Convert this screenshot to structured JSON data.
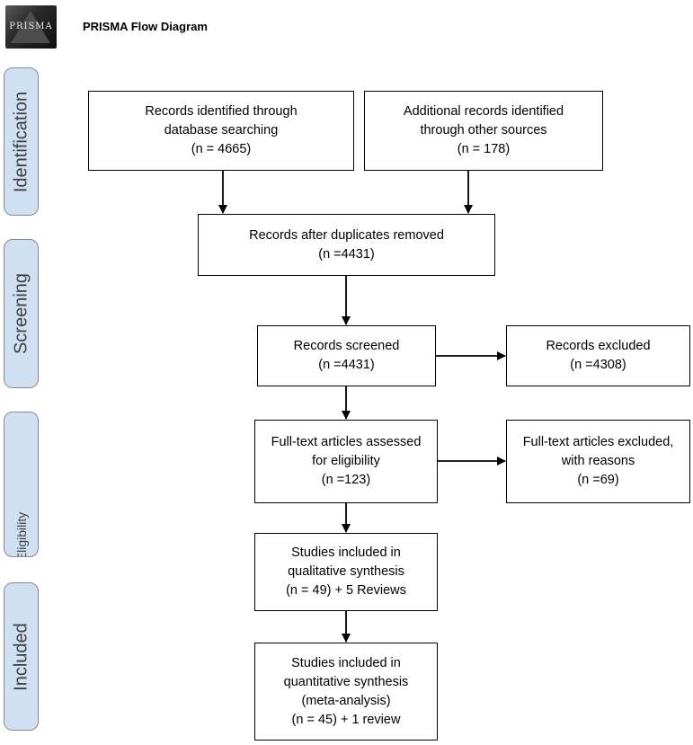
{
  "header": {
    "logo_text": "PRISMA",
    "title": "PRISMA Flow Diagram"
  },
  "stages": {
    "identification": "Identification",
    "screening": "Screening",
    "eligibility": "Eligibility",
    "included": "Included"
  },
  "boxes": {
    "db_search": {
      "lines": [
        "Records identified through",
        "database searching",
        "(n = 4665)"
      ]
    },
    "other_sources": {
      "lines": [
        "Additional records identified",
        "through other sources",
        "(n = 178)"
      ]
    },
    "duplicates_removed": {
      "lines": [
        "Records after duplicates removed",
        "(n =4431)"
      ]
    },
    "screened": {
      "lines": [
        "Records screened",
        "(n =4431)"
      ]
    },
    "excluded": {
      "lines": [
        "Records excluded",
        "(n =4308)"
      ]
    },
    "fulltext_assessed": {
      "lines": [
        "Full-text articles assessed",
        "for eligibility",
        "(n =123)"
      ]
    },
    "fulltext_excluded": {
      "lines": [
        "Full-text articles excluded,",
        "with reasons",
        "(n =69)"
      ]
    },
    "qualitative": {
      "lines": [
        "Studies included in",
        "qualitative synthesis",
        "(n = 49) + 5 Reviews"
      ]
    },
    "quantitative": {
      "lines": [
        "Studies included in",
        "quantitative synthesis",
        "(meta-analysis)",
        "(n = 45) + 1 review"
      ]
    }
  }
}
